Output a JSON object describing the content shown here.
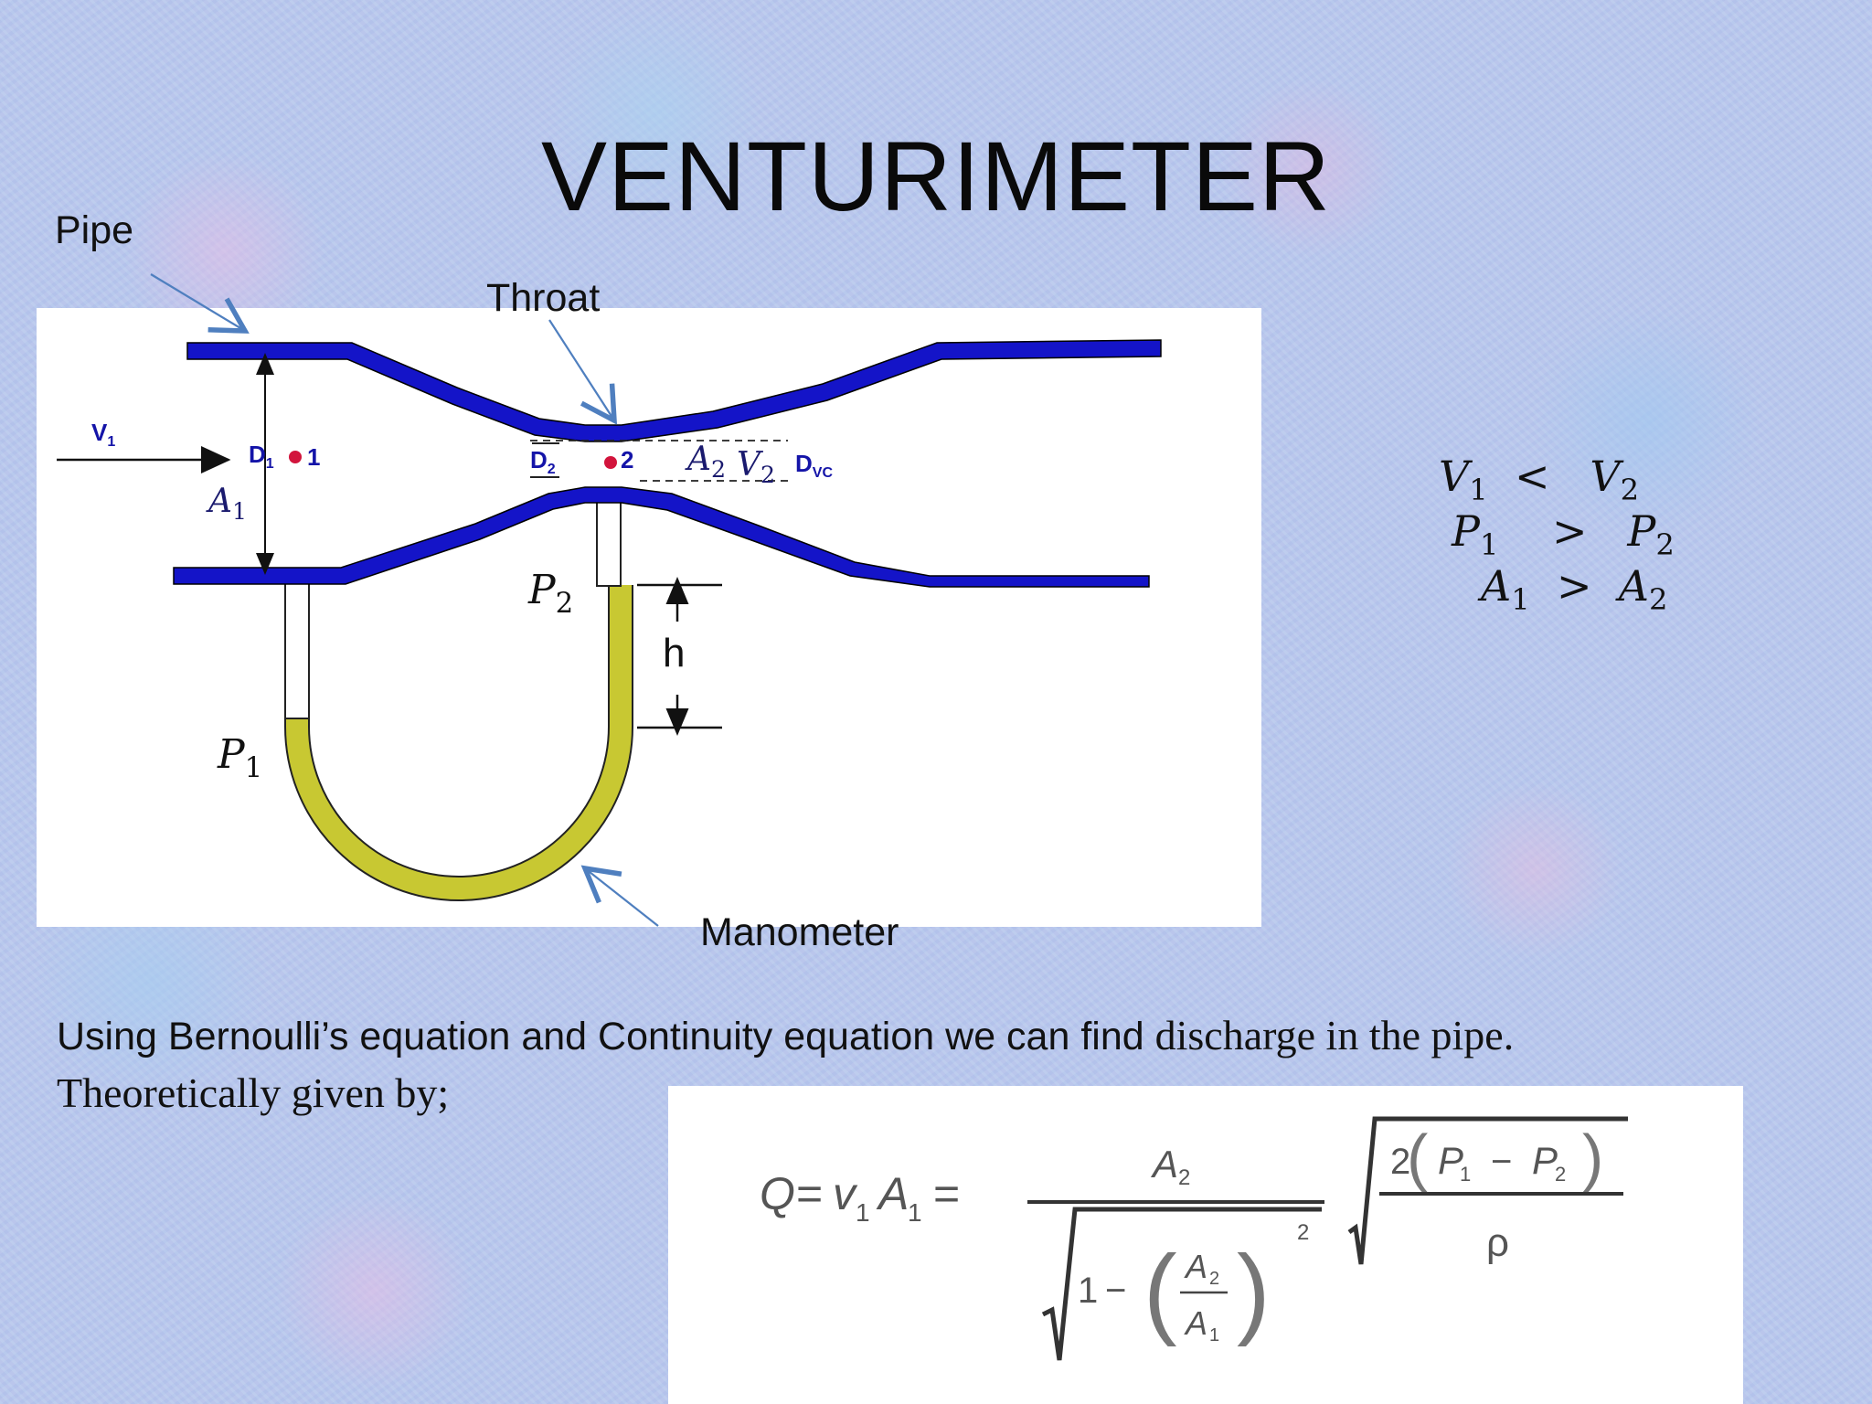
{
  "slide": {
    "title": "VENTURIMETER"
  },
  "callouts": {
    "pipe": "Pipe",
    "throat": "Throat",
    "manometer": "Manometer"
  },
  "diagram": {
    "v1_label": "V",
    "v1_sub": "1",
    "d1_label": "D",
    "d1_sub": "1",
    "point1": "1",
    "d2_label": "D",
    "d2_sub": "2",
    "point2": "2",
    "dvc_label": "D",
    "dvc_sub": "VC",
    "h_label": "h",
    "a1": {
      "sym": "A",
      "sub": "1"
    },
    "a2": {
      "sym": "A",
      "sub": "2"
    },
    "v2": {
      "sym": "V",
      "sub": "2"
    },
    "p1": {
      "sym": "P",
      "sub": "1"
    },
    "p2": {
      "sym": "P",
      "sub": "2"
    },
    "colors": {
      "pipe": "#1414c8",
      "fluid": "#c8c832",
      "marker": "#d2143c",
      "callout_arrow": "#4f7fbf"
    }
  },
  "relations": [
    {
      "left": {
        "sym": "V",
        "sub": "1"
      },
      "op": "<",
      "right": {
        "sym": "V",
        "sub": "2"
      }
    },
    {
      "left": {
        "sym": "P",
        "sub": "1"
      },
      "op": ">",
      "right": {
        "sym": "P",
        "sub": "2"
      }
    },
    {
      "left": {
        "sym": "A",
        "sub": "1"
      },
      "op": ">",
      "right": {
        "sym": "A",
        "sub": "2"
      }
    }
  ],
  "text": {
    "line1": "Using Bernoulli’s equation and Continuity equation we can find",
    "line1_tail": "discharge in the pipe.",
    "line2": "Theoretically  given by;"
  },
  "formula": {
    "lhs": "Q",
    "v1": "v",
    "v1_sub": "1",
    "a1": "A",
    "a1_sub": "1",
    "num": "A",
    "num_sub": "2",
    "one": "1",
    "minus": "−",
    "exp": "2",
    "inner_num": "A",
    "inner_num_sub": "2",
    "inner_den": "A",
    "inner_den_sub": "1",
    "two": "2",
    "p1": "P",
    "p1_sub": "1",
    "p2": "P",
    "p2_sub": "2",
    "rho": "ρ"
  }
}
